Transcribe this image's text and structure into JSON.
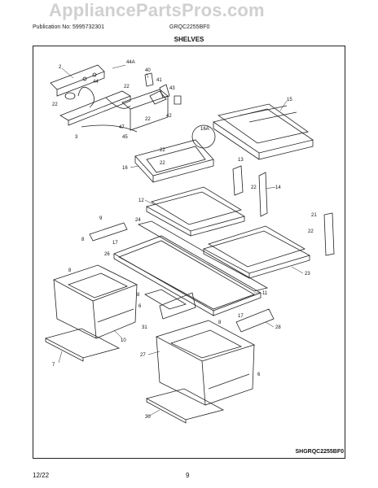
{
  "header": {
    "watermark": "AppliancePartsPros.com",
    "publication": "Publication No: 5995732301",
    "model": "GRQC2255BF0",
    "title": "SHELVES"
  },
  "diagram": {
    "code": "SHGRQC2255BF0",
    "labels": [
      "2",
      "44A",
      "40",
      "44",
      "41",
      "43",
      "22",
      "22",
      "22",
      "42",
      "47",
      "3",
      "45",
      "15",
      "16A",
      "22",
      "22",
      "16",
      "13",
      "12",
      "14",
      "22",
      "9",
      "24",
      "21",
      "22",
      "8",
      "17",
      "26",
      "23",
      "8",
      "11",
      "8",
      "6",
      "31",
      "10",
      "8",
      "17",
      "28",
      "7",
      "27",
      "6",
      "30"
    ]
  },
  "footer": {
    "date": "12/22",
    "page": "9"
  }
}
